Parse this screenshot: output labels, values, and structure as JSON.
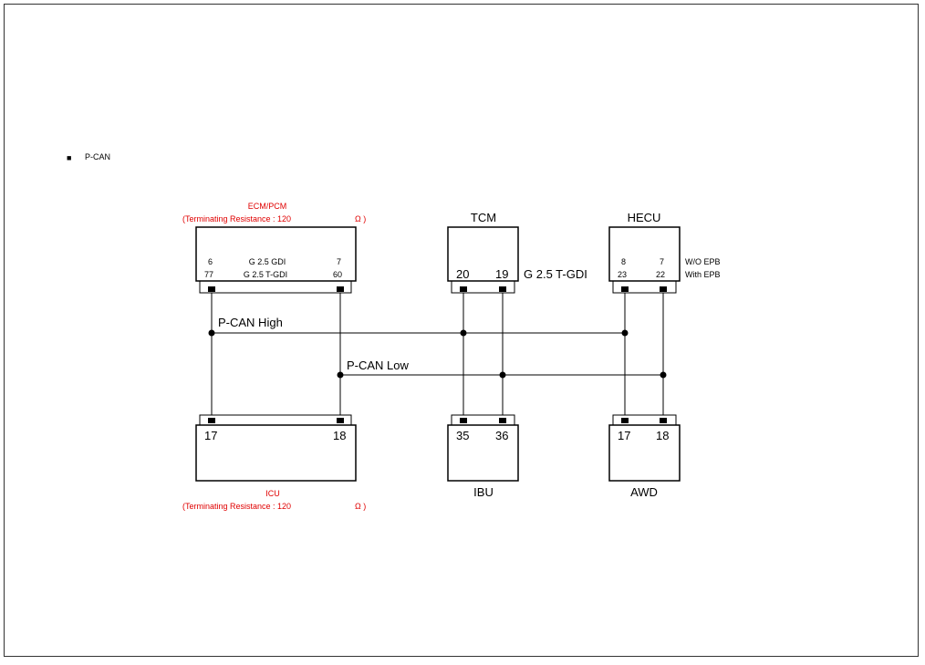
{
  "section": {
    "bullet": "■",
    "title": "P-CAN"
  },
  "ecm": {
    "name": "ECM/PCM",
    "note_left": "(Terminating Resistance : 120",
    "note_right": "Ω )",
    "pin_high_row1": "6",
    "variant_row1": "G 2.5 GDI",
    "pin_low_row1": "7",
    "pin_high_row2": "77",
    "variant_row2": "G 2.5 T-GDI",
    "pin_low_row2": "60"
  },
  "tcm": {
    "name": "TCM",
    "pin_high": "20",
    "pin_low": "19",
    "variant": "G 2.5 T-GDI"
  },
  "hecu": {
    "name": "HECU",
    "pin_high_row1": "8",
    "pin_low_row1": "7",
    "variant_row1": "W/O EPB",
    "pin_high_row2": "23",
    "pin_low_row2": "22",
    "variant_row2": "With EPB"
  },
  "icu": {
    "name": "ICU",
    "note_left": "(Terminating Resistance : 120",
    "note_right": "Ω )",
    "pin_high": "17",
    "pin_low": "18"
  },
  "ibu": {
    "name": "IBU",
    "pin_high": "35",
    "pin_low": "36"
  },
  "awd": {
    "name": "AWD",
    "pin_high": "17",
    "pin_low": "18"
  },
  "wires": {
    "high_label": "P-CAN High",
    "low_label": "P-CAN Low"
  },
  "colors": {
    "note_red": "#e00000",
    "line": "#000000"
  }
}
